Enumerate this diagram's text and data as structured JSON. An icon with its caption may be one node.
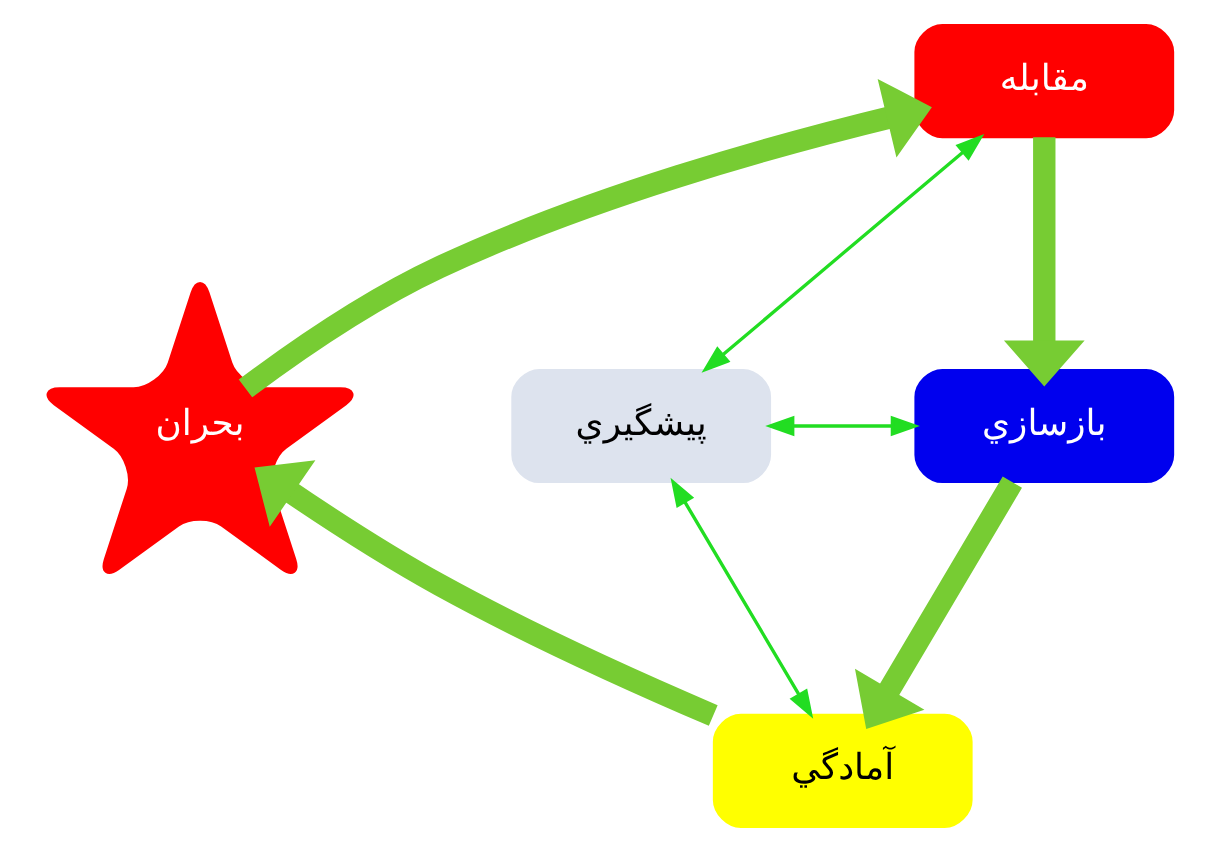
{
  "diagram": {
    "nodes": [
      {
        "text": [
          "بحران"
        ]
      },
      {
        "text": [
          "مقابله"
        ]
      },
      {
        "text": [
          "بازسازي"
        ]
      },
      {
        "text": [
          "آمادگي"
        ]
      },
      {
        "text": [
          "پيشگيري"
        ]
      }
    ],
    "edges": [
      {
        "from": 0,
        "to": 1,
        "arrow": "to"
      },
      {
        "from": 1,
        "to": 2,
        "arrow": "to"
      },
      {
        "from": 2,
        "to": 3,
        "arrow": "to"
      },
      {
        "from": 3,
        "to": 0,
        "arrow": "to"
      },
      {
        "from": 4,
        "to": 1,
        "arrow": "both",
        "color": "#22dd22"
      },
      {
        "from": 4,
        "to": 2,
        "arrow": "both",
        "color": "#22dd22"
      },
      {
        "from": 4,
        "to": 3,
        "arrow": "both",
        "color": "#22dd22"
      }
    ]
  }
}
